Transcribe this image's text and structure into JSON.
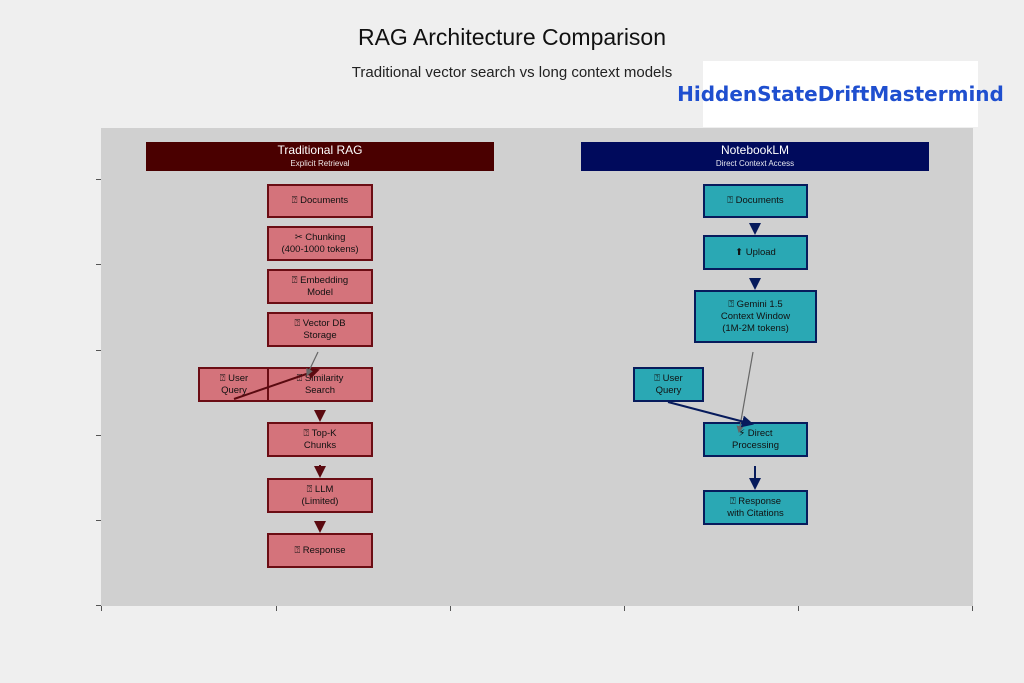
{
  "title": "RAG Architecture Comparison",
  "subtitle": "Traditional vector search vs long context models",
  "watermark": "HiddenStateDriftMastermind",
  "colors": {
    "left_header": "#4a0000",
    "right_header": "#000a5c",
    "left_node_fill": "#d4737b",
    "left_node_border": "#6b0d14",
    "right_node_fill": "#2aa8b4",
    "right_node_border": "#071b5c",
    "plot_background": "#d0d0d0"
  },
  "left": {
    "title": "Traditional RAG",
    "subtitle": "Explicit Retrieval",
    "nodes": {
      "documents": "⍰ Documents",
      "chunking": "✂ Chunking\n(400-1000 tokens)",
      "embedding": "⍰ Embedding\nModel",
      "vectordb": "⍰ Vector DB\nStorage",
      "user_query": "⍰ User\nQuery",
      "similarity": "⍰ Similarity\nSearch",
      "topk": "⍰ Top-K\nChunks",
      "llm": "⍰ LLM\n(Limited)",
      "response": "⍰ Response"
    }
  },
  "right": {
    "title": "NotebookLM",
    "subtitle": "Direct Context Access",
    "nodes": {
      "documents": "⍰ Documents",
      "upload": "⬆ Upload",
      "gemini": "⍰ Gemini 1.5\nContext Window\n(1M-2M tokens)",
      "user_query": "⍰ User\nQuery",
      "direct": "⚡ Direct\nProcessing",
      "response": "⍰ Response\nwith Citations"
    }
  }
}
